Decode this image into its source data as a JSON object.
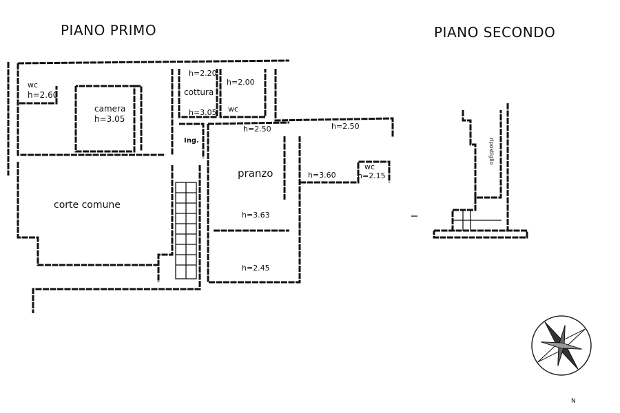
{
  "titles": {
    "first_floor": "PIANO PRIMO",
    "second_floor": "PIANO SECONDO"
  },
  "first_floor": {
    "rooms": [
      {
        "name": "wc",
        "height": "h=2.60"
      },
      {
        "name": "camera",
        "height": "h=3.05"
      },
      {
        "name": "cottura",
        "height_top": "h=2.20",
        "height_bottom": "h=3.05"
      },
      {
        "name": "wc",
        "height": "h=2.00"
      },
      {
        "name": "Ing."
      },
      {
        "name": "pranzo",
        "heights": [
          "h=2.50",
          "h=3.63",
          "h=2.45"
        ]
      },
      {
        "name": "wc",
        "height": "h=2.15"
      },
      {
        "name": "corte comune"
      }
    ],
    "extra_heights": [
      "h=2.50",
      "h=3.60"
    ]
  },
  "second_floor": {
    "rooms": [
      {
        "name": "ripostiglio"
      }
    ]
  },
  "compass": {
    "label": "N"
  }
}
